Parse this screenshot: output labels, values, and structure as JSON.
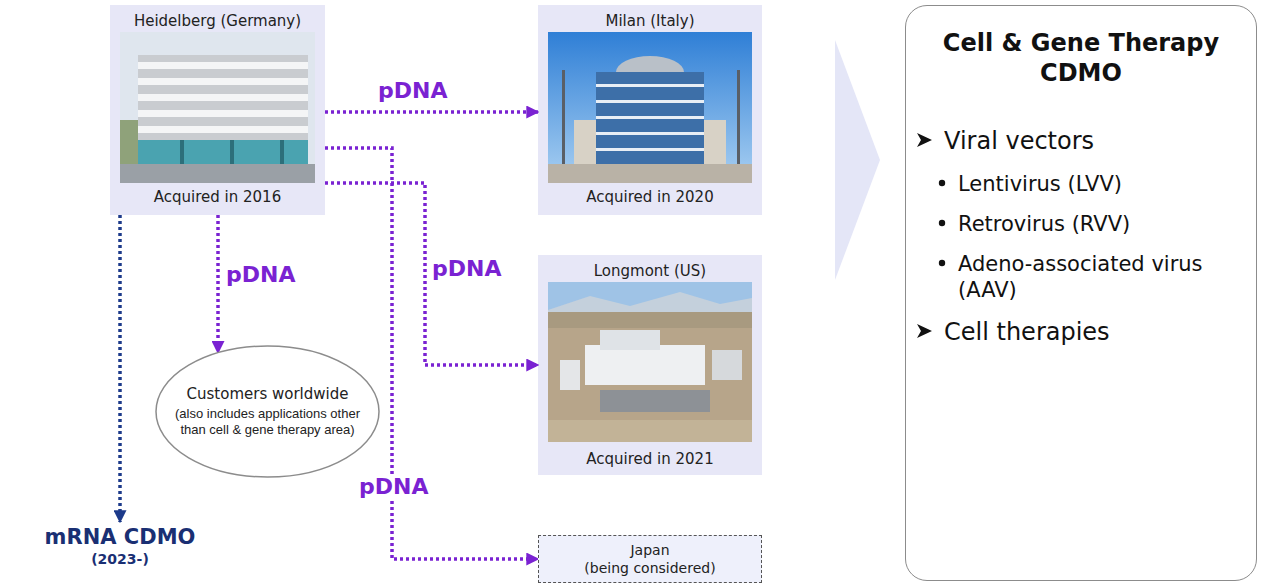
{
  "diagram": {
    "nodes": [
      {
        "text": [
          "Heidelberg (Germany)",
          "Acquired in 2016"
        ]
      },
      {
        "text": [
          "Milan (Italy)",
          "Acquired in 2020"
        ]
      },
      {
        "text": [
          "Customers worldwide",
          "(also includes applications other than cell & gene therapy area)"
        ]
      },
      {
        "text": [
          "Longmont (US)",
          "Acquired in 2021"
        ]
      },
      {
        "text": [
          "Japan",
          "(being considered)"
        ]
      },
      {
        "text": [
          "mRNA CDMO",
          "(2023-)"
        ]
      },
      {
        "text": [
          "Cell & Gene Therapy CDMO",
          "Viral vectors",
          "Lentivirus (LVV)",
          "Retrovirus (RVV)",
          "Adeno-associated virus (AAV)",
          "Cell therapies"
        ]
      }
    ],
    "edges": [
      {
        "from": 0,
        "to": 1,
        "label": "pDNA",
        "arrow": "to"
      },
      {
        "from": 0,
        "to": 2,
        "label": "pDNA",
        "arrow": "to"
      },
      {
        "from": 0,
        "to": 3,
        "label": "pDNA",
        "arrow": "to"
      },
      {
        "from": 0,
        "to": 4,
        "label": "pDNA",
        "arrow": "to"
      },
      {
        "from": 0,
        "to": 5,
        "arrow": "to"
      }
    ]
  }
}
